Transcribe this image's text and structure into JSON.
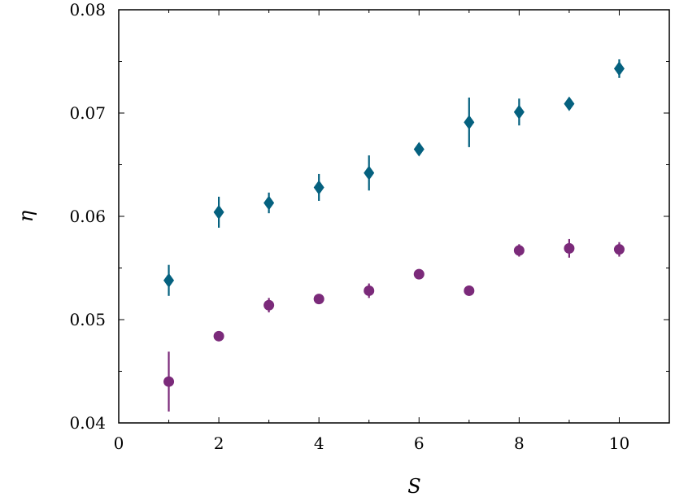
{
  "chart_data": {
    "type": "scatter",
    "title": "",
    "xlabel": "S",
    "ylabel": "η",
    "xlim": [
      0,
      11
    ],
    "ylim": [
      0.04,
      0.08
    ],
    "x_ticks": [
      0,
      2,
      4,
      6,
      8,
      10
    ],
    "x_tick_labels": [
      "0",
      "2",
      "4",
      "6",
      "8",
      "10"
    ],
    "y_ticks": [
      0.04,
      0.05,
      0.06,
      0.07,
      0.08
    ],
    "y_tick_labels": [
      "0.04",
      "0.05",
      "0.06",
      "0.07",
      "0.08"
    ],
    "grid": false,
    "legend": "none",
    "series": [
      {
        "marker": "diamond",
        "color": "#05617f",
        "points": [
          {
            "x": 1,
            "y": 0.0538,
            "err": 0.0015
          },
          {
            "x": 2,
            "y": 0.0604,
            "err": 0.0015
          },
          {
            "x": 3,
            "y": 0.0613,
            "err": 0.001
          },
          {
            "x": 4,
            "y": 0.0628,
            "err": 0.0013
          },
          {
            "x": 5,
            "y": 0.0642,
            "err": 0.0017
          },
          {
            "x": 6,
            "y": 0.0665,
            "err": 0.0004
          },
          {
            "x": 7,
            "y": 0.0691,
            "err": 0.0024
          },
          {
            "x": 8,
            "y": 0.0701,
            "err": 0.0013
          },
          {
            "x": 9,
            "y": 0.0709,
            "err": 0.0005
          },
          {
            "x": 10,
            "y": 0.0743,
            "err": 0.0009
          }
        ]
      },
      {
        "marker": "circle",
        "color": "#7b2a7a",
        "points": [
          {
            "x": 1,
            "y": 0.044,
            "err": 0.0029
          },
          {
            "x": 2,
            "y": 0.0484,
            "err": 0.0003
          },
          {
            "x": 3,
            "y": 0.0514,
            "err": 0.0007
          },
          {
            "x": 4,
            "y": 0.052,
            "err": 0.0003
          },
          {
            "x": 5,
            "y": 0.0528,
            "err": 0.0007
          },
          {
            "x": 6,
            "y": 0.0544,
            "err": 0.0004
          },
          {
            "x": 7,
            "y": 0.0528,
            "err": 0.0002
          },
          {
            "x": 8,
            "y": 0.0567,
            "err": 0.0006
          },
          {
            "x": 9,
            "y": 0.0569,
            "err": 0.0009
          },
          {
            "x": 10,
            "y": 0.0568,
            "err": 0.0007
          }
        ]
      }
    ]
  }
}
